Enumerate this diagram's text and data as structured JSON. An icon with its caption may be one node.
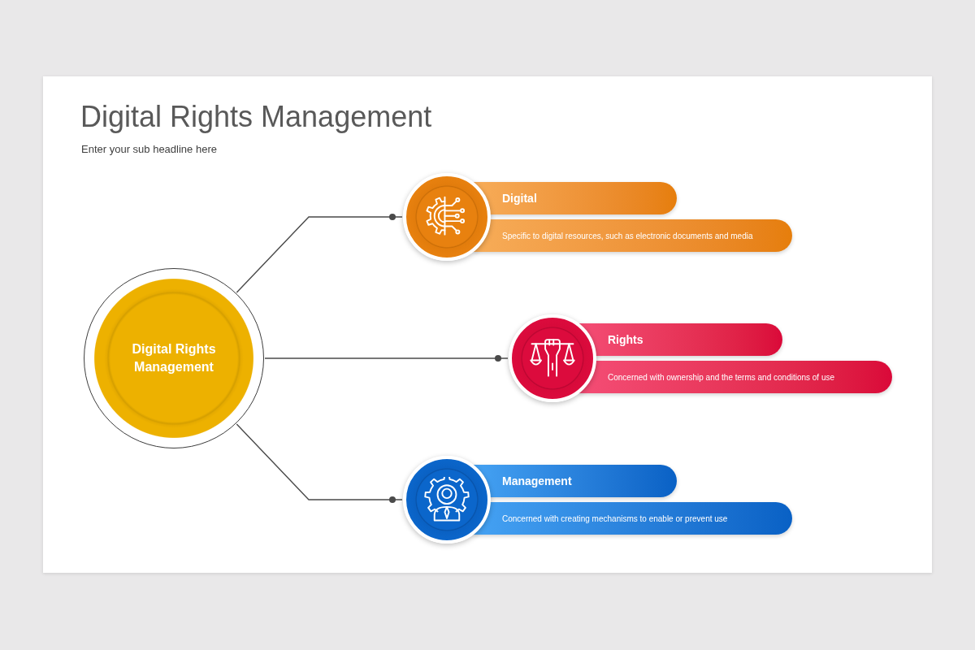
{
  "diagram": {
    "title": "Digital Rights Management",
    "nodes": [
      {
        "text": [
          "Digital Rights Management"
        ]
      },
      {
        "text": [],
        "shape": "circle"
      },
      {
        "text": [
          "Digital"
        ]
      },
      {
        "text": [
          "Specific to digital resources, such as electronic documents and media"
        ]
      },
      {
        "text": [],
        "shape": "circle"
      },
      {
        "text": [
          "Rights"
        ]
      },
      {
        "text": [
          "Concerned with ownership and the terms and conditions of use"
        ]
      },
      {
        "text": [],
        "shape": "circle"
      },
      {
        "text": [
          "Management"
        ]
      },
      {
        "text": [
          "Concerned with creating mechanisms to enable or prevent use"
        ]
      }
    ],
    "edges": [
      {
        "from": 0,
        "to": 1,
        "arrow": "other"
      },
      {
        "from": 0,
        "to": 4,
        "arrow": "other"
      },
      {
        "from": 0,
        "to": 7,
        "arrow": "other"
      }
    ],
    "labels": [
      "Enter your sub headline here"
    ]
  }
}
